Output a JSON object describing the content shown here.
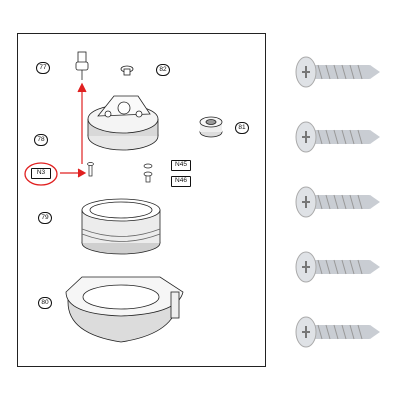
{
  "diagram": {
    "callouts": {
      "c77": "77",
      "c82": "82",
      "c78": "78",
      "c81": "81",
      "c79": "79",
      "c80": "80",
      "n45": "N45",
      "n46": "N46",
      "n3": "N3"
    },
    "colors": {
      "line": "#222222",
      "highlight": "#e02020",
      "screw_metal": "#c9cdd3"
    }
  },
  "product": {
    "screw_count": 5,
    "icon": "pan-head-phillips-screw"
  }
}
